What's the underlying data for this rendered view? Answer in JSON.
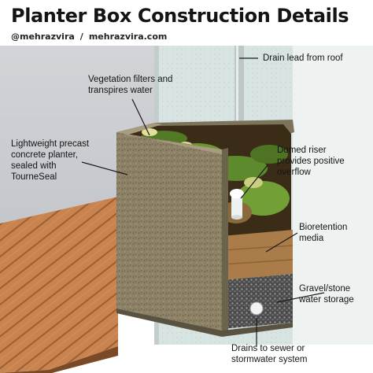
{
  "title": "Planter Box Construction Details",
  "credit": {
    "handle": "@mehrazvira",
    "separator": "/",
    "site": "mehrazvira.com"
  },
  "labels": {
    "drain_lead": "Drain lead from roof",
    "vegetation": "Vegetation filters and\ntranspires water",
    "planter": "Lightweight precast\nconcrete planter,\nsealed with\nTourneSeal",
    "riser": "Domed riser\nprovides positive\noverflow",
    "bioretention": "Bioretention\nmedia",
    "gravel": "Gravel/stone\nwater storage",
    "drains": "Drains to sewer or\nstormwater system"
  },
  "colors": {
    "sky": "#c9ccd0",
    "wall": "#d7e3e1",
    "deck": "#c4804e",
    "concrete": "#8f8468",
    "soil": "#3a2c18",
    "plants": "#5d8a2c",
    "media": "#a87c4a",
    "gravel": "#5a5a5a"
  }
}
